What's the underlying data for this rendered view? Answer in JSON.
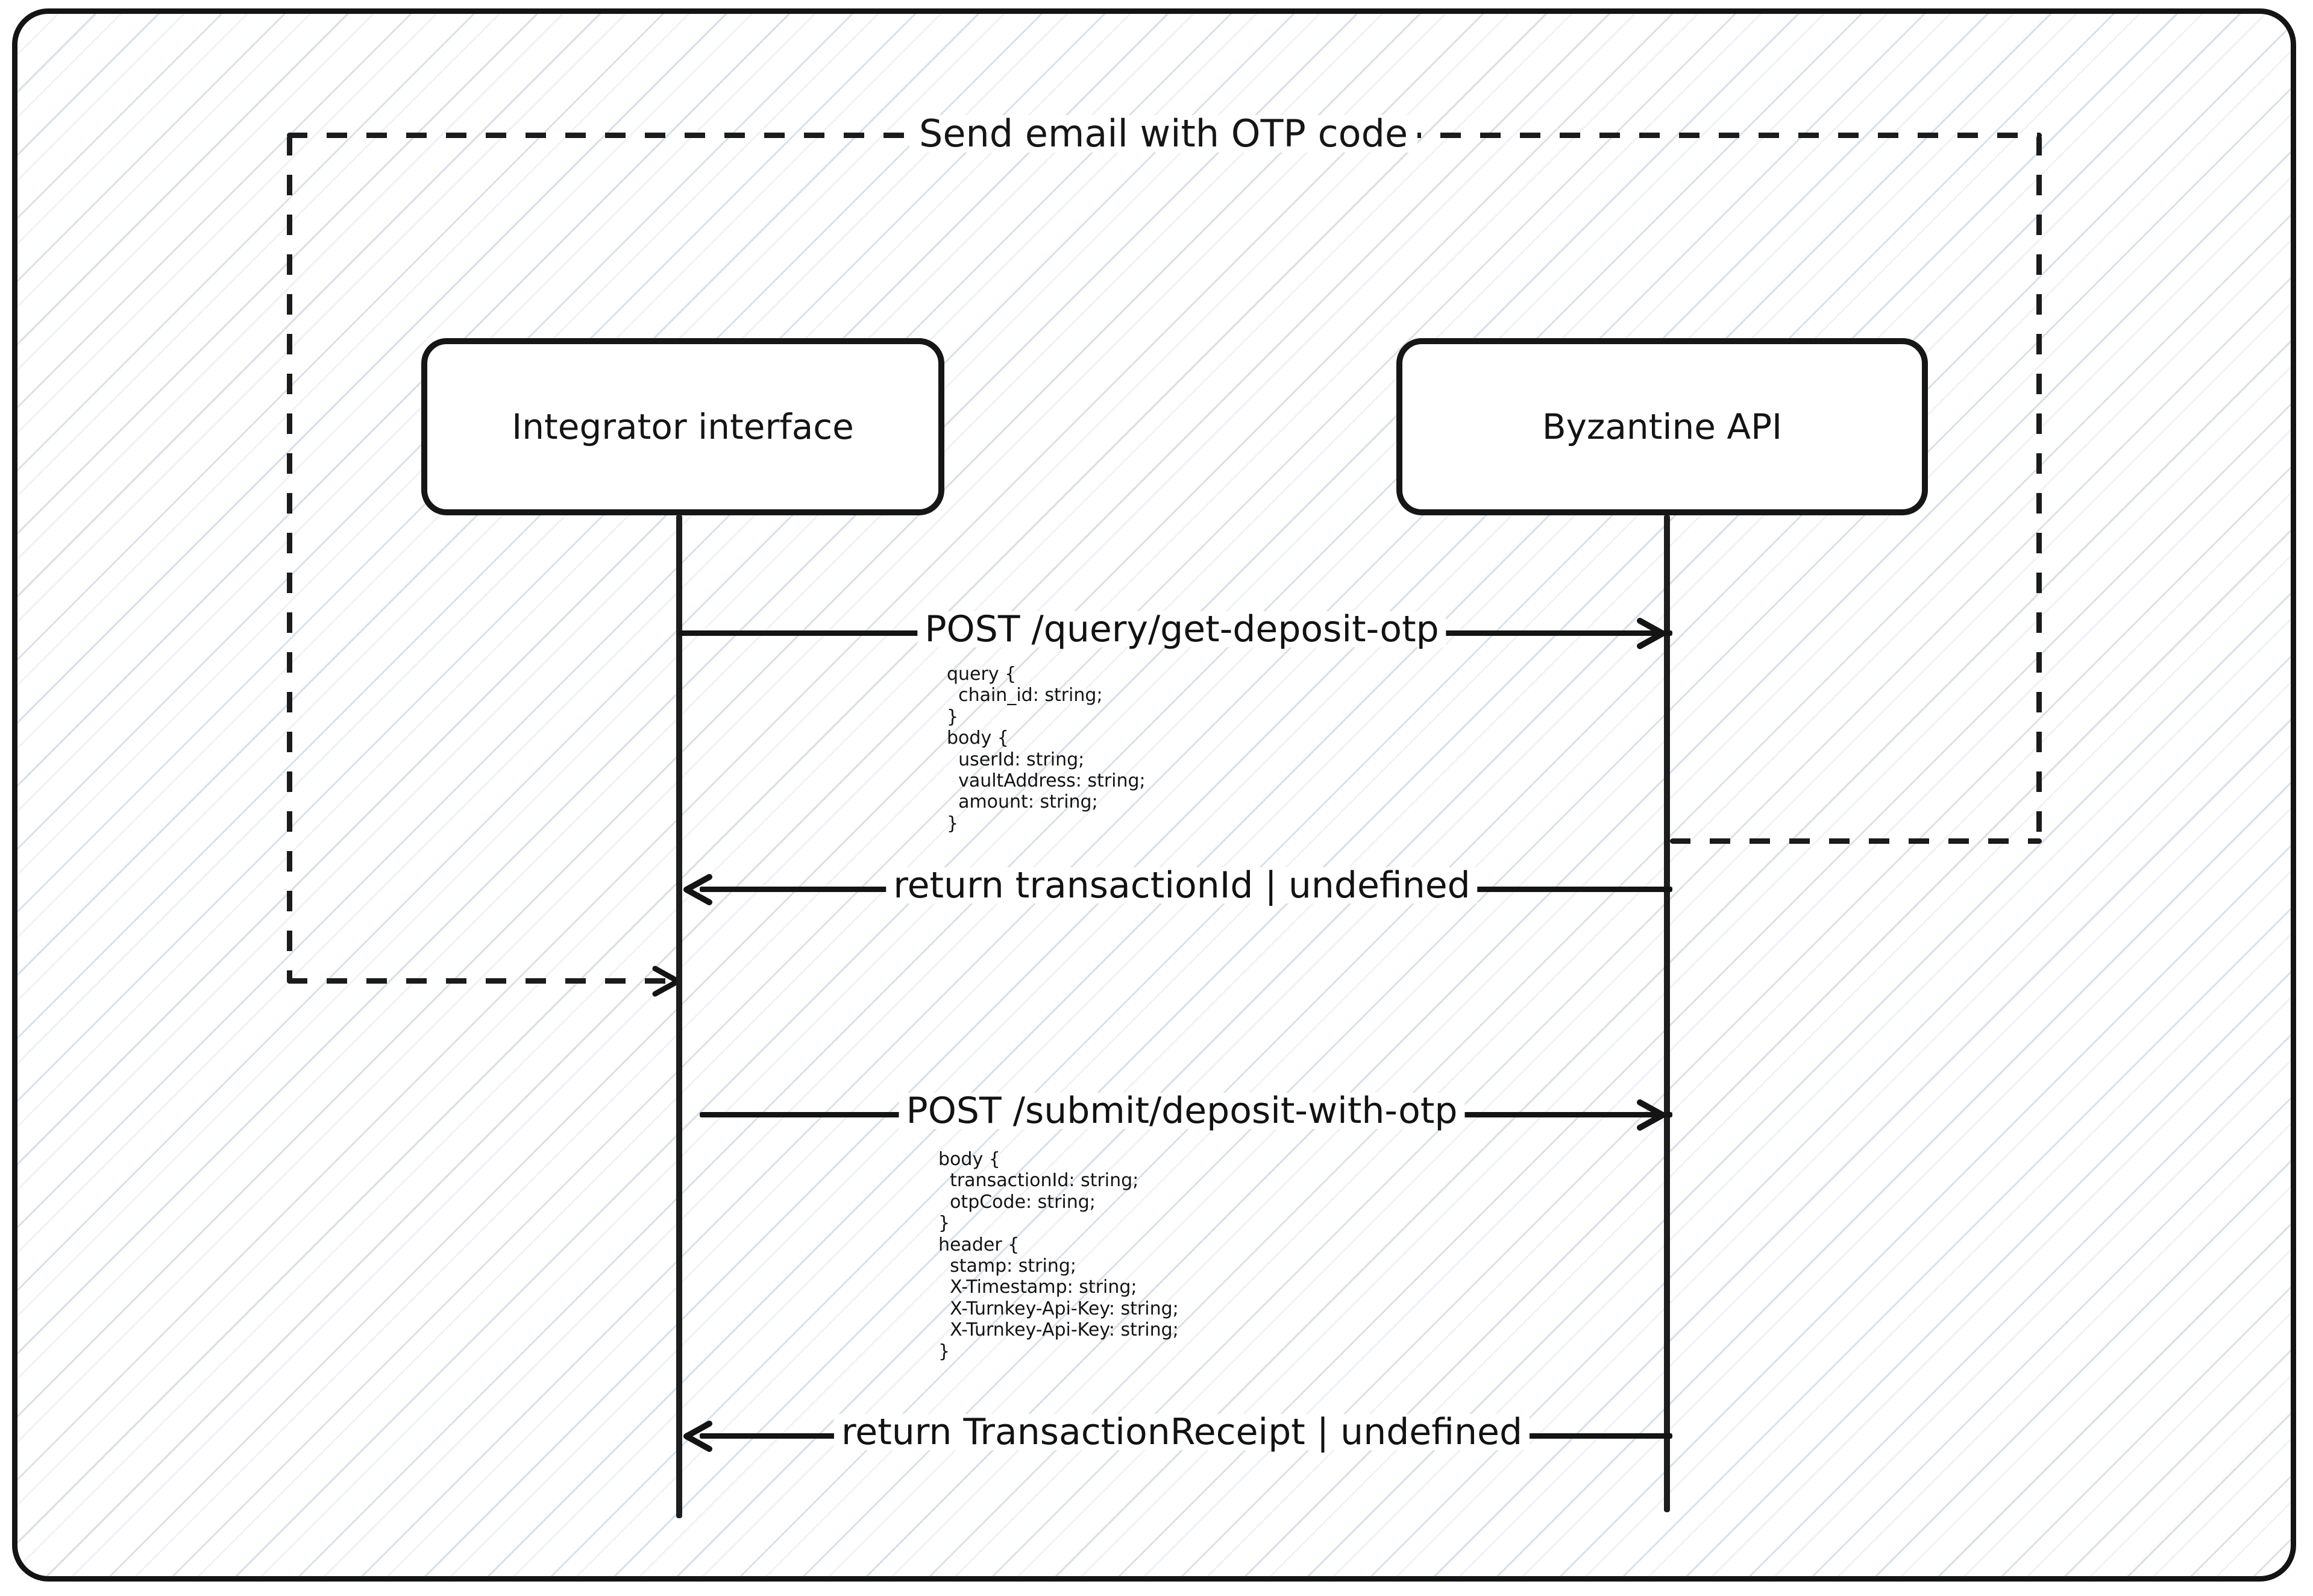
{
  "diagram": {
    "type": "sequence-diagram",
    "fragment": {
      "title": "Send email with OTP code"
    },
    "participants": [
      {
        "id": "integrator",
        "label": "Integrator interface"
      },
      {
        "id": "byzantine",
        "label": "Byzantine API"
      }
    ],
    "messages": [
      {
        "id": "msg-get-deposit-otp",
        "label": "POST /query/get-deposit-otp",
        "from": "integrator",
        "to": "byzantine",
        "direction": "right",
        "style": "solid"
      },
      {
        "id": "msg-return-transaction-id",
        "label": "return transactionId | undefined",
        "from": "byzantine",
        "to": "integrator",
        "direction": "left",
        "style": "solid"
      },
      {
        "id": "msg-deposit-with-otp",
        "label": "POST /submit/deposit-with-otp",
        "from": "integrator",
        "to": "byzantine",
        "direction": "right",
        "style": "solid"
      },
      {
        "id": "msg-return-transaction-receipt",
        "label": "return TransactionReceipt | undefined",
        "from": "byzantine",
        "to": "integrator",
        "direction": "left",
        "style": "solid"
      }
    ],
    "notes": [
      {
        "id": "note-get-deposit-otp",
        "after": "msg-get-deposit-otp",
        "text": "query {\n  chain_id: string;\n}\nbody {\n  userId: string;\n  vaultAddress: string;\n  amount: string;\n}"
      },
      {
        "id": "note-deposit-with-otp",
        "after": "msg-deposit-with-otp",
        "text": "body {\n  transactionId: string;\n  otpCode: string;\n}\nheader {\n  stamp: string;\n  X-Timestamp: string;\n  X-Turnkey-Api-Key: string;\n  X-Turnkey-Api-Key: string;\n}"
      }
    ],
    "colors": {
      "stroke": "#141414",
      "background": "#ffffff",
      "hatch": "#d1dae6"
    }
  }
}
